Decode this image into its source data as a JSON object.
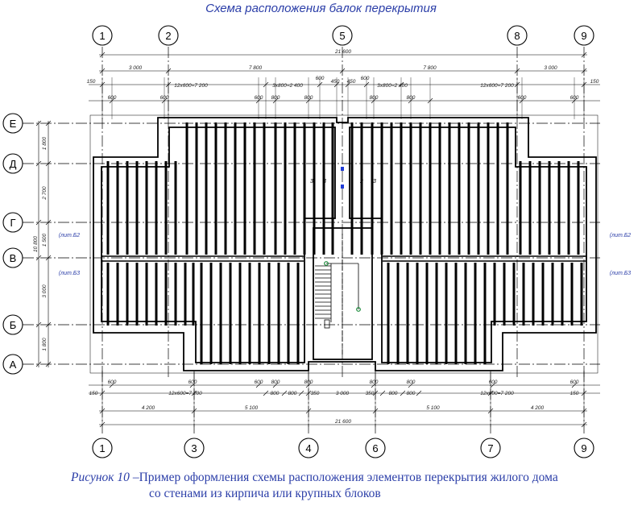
{
  "title": "Схема расположения балок перекрытия",
  "caption": {
    "label": "Рисунок 10",
    "dash": " –",
    "line1": "Пример оформления схемы расположения элементов перекрытия жилого дома",
    "line2": "со стенами из кирпича или крупных блоков"
  },
  "axes_top": [
    "1",
    "2",
    "5",
    "8",
    "9"
  ],
  "axes_bottom": [
    "1",
    "3",
    "4",
    "6",
    "7",
    "9"
  ],
  "axes_left": [
    "Е",
    "Д",
    "Г",
    "В",
    "Б",
    "А"
  ],
  "dims_top": {
    "total": "21 600",
    "spans": [
      "3 000",
      "7 800",
      "7 800",
      "3 000"
    ],
    "row3": [
      "150",
      "12x600=7 200",
      "3x800=2 400",
      "600",
      "450",
      "450",
      "600",
      "3x800=2 400",
      "12x600=7 200",
      "150"
    ],
    "row4": [
      "600",
      "600",
      "600",
      "800",
      "800",
      "800",
      "800",
      "600",
      "600"
    ]
  },
  "dims_bottom": {
    "row1": [
      "600",
      "600",
      "600",
      "800",
      "800",
      "800",
      "800",
      "600",
      "600"
    ],
    "row2": [
      "150",
      "12x600=7 200",
      "800",
      "800",
      "350",
      "3 000",
      "350",
      "800",
      "800",
      "12x600=7 200",
      "150"
    ],
    "spans": [
      "4 200",
      "5 100",
      "5 100",
      "4 200"
    ],
    "total": "21 600"
  },
  "dims_left": [
    "1 800",
    "2 700",
    "1 500",
    "3 000",
    "1 800"
  ],
  "dims_left_total": "10 800",
  "sheet_refs": [
    "(лит.Б2",
    "(лит.Б3",
    "(лит.Б2",
    "(лит.Б3"
  ],
  "beam_tags": [
    "3",
    "3",
    "2",
    "3"
  ],
  "colors": {
    "line": "#000000",
    "text": "#2b3ea8",
    "green": "#1a8a3a",
    "blue": "#1f3bd6"
  }
}
